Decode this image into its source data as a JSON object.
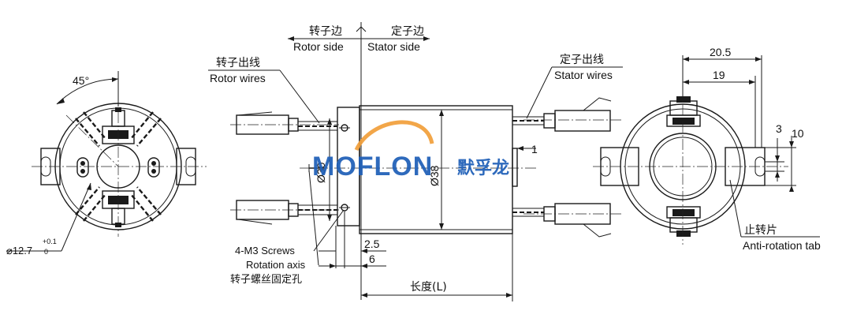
{
  "labels": {
    "rotor_side_cn": "转子边",
    "stator_side_cn": "定子边",
    "rotor_side_en": "Rotor side",
    "stator_side_en": "Stator side",
    "rotor_wires_cn": "转子出线",
    "rotor_wires_en": "Rotor wires",
    "stator_wires_cn": "定子出线",
    "stator_wires_en": "Stator wires",
    "screws_en": "4-M3 Screws",
    "rotation_axis_en": "Rotation axis",
    "screws_cn": "转子螺丝固定孔",
    "length_cn": "长度(L)",
    "anti_rotation_cn": "止转片",
    "anti_rotation_en": "Anti-rotation tab"
  },
  "dimensions": {
    "angle": "45°",
    "bore_dia": "⌀12.7",
    "bore_tol_upper": "+0.1",
    "bore_tol_lower": "0",
    "dia30": "Ø30",
    "dia38": "Ø38",
    "d1": "1",
    "d2_5": "2.5",
    "d6": "6",
    "d20_5": "20.5",
    "d19": "19",
    "d3": "3",
    "d10": "10"
  },
  "watermark": {
    "brand": "MOFLON",
    "brand_cn": "默孚龙",
    "brand_color": "#1f5fb8",
    "swoosh_color": "#f2a03c"
  }
}
